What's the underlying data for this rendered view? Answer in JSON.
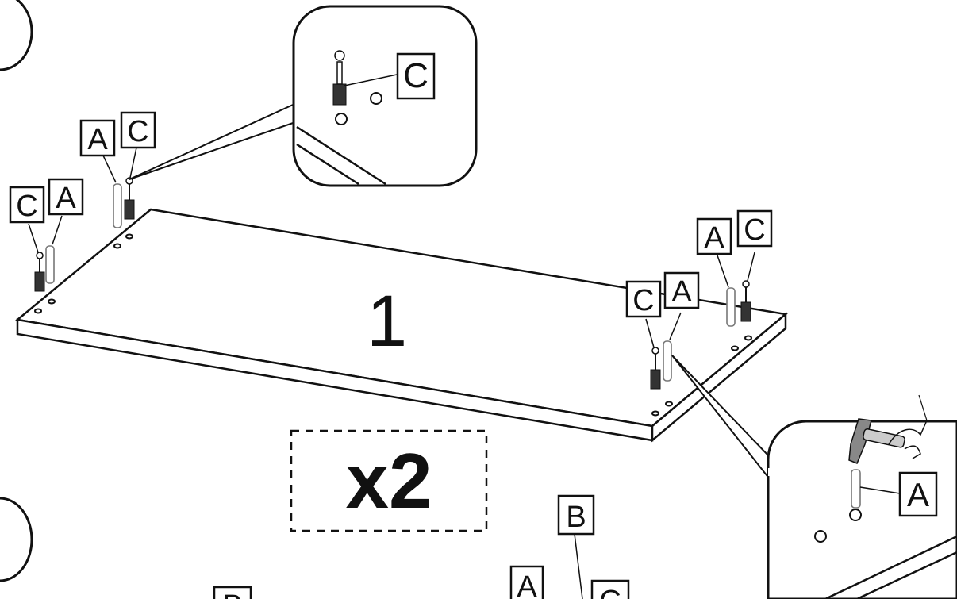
{
  "diagram": {
    "part_number": "1",
    "quantity": "x2",
    "labels": {
      "A": "A",
      "B": "B",
      "C": "C"
    }
  }
}
